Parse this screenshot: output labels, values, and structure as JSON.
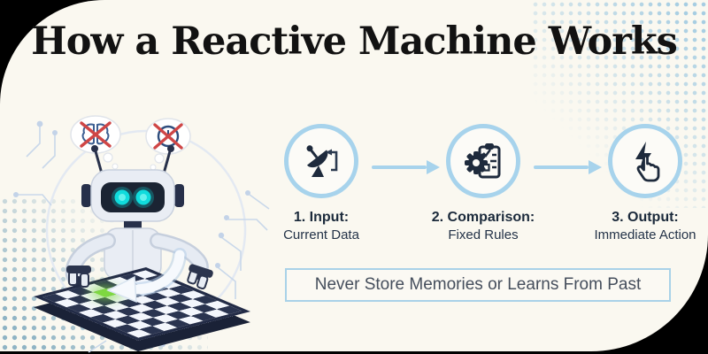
{
  "page": {
    "title": "How a Reactive Machine Works"
  },
  "steps": [
    {
      "icon": "satellite-dish-icon",
      "title": "1. Input:",
      "subtitle": "Current Data"
    },
    {
      "icon": "gear-checklist-icon",
      "title": "2. Comparison:",
      "subtitle": "Fixed Rules"
    },
    {
      "icon": "lightning-click-icon",
      "title": "3. Output:",
      "subtitle": "Immediate Action"
    }
  ],
  "footnote": {
    "text": "Never Store Memories or Learns From Past"
  },
  "illustration": {
    "name": "robot-playing-chess",
    "bubbles": [
      {
        "icon": "crossed-brain-icon"
      },
      {
        "icon": "crossed-clock-icon"
      }
    ]
  },
  "colors": {
    "background": "#000000",
    "surface": "#faf8f0",
    "accent_blue": "#a7d3ec",
    "ink_navy": "#1e2a3c",
    "cross_red": "#cf4646",
    "eye_cyan": "#10dcdd",
    "glow_green": "#7ed840"
  }
}
